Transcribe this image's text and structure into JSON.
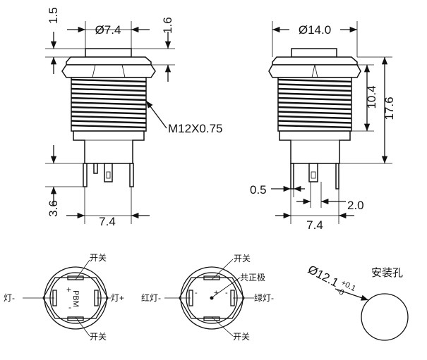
{
  "front_view": {
    "dia_lens": "Ø7.4",
    "h_top": "1.5",
    "h_lens": "1.6",
    "thread": "M12X0.75",
    "pin_len": "3.6",
    "pin_span": "7.4"
  },
  "side_view": {
    "dia_bezel": "Ø14.0",
    "thread_len": "10.4",
    "total_len": "17.6",
    "pin_thick": "0.5",
    "pin_gap": "2.0",
    "pin_span": "7.4"
  },
  "wiring_left": {
    "switch_top": "开关",
    "switch_bottom": "开关",
    "lamp_minus": "灯-",
    "lamp_plus": "灯+",
    "brand": "PBM"
  },
  "wiring_right": {
    "switch_top": "开关",
    "switch_bottom": "开关",
    "common_pos": "共正极",
    "red_minus": "红灯-",
    "green_minus": "绿灯-"
  },
  "mount_hole": {
    "title": "安装孔",
    "dia": "Ø12.1",
    "tol_plus": "+0.1",
    "tol_minus": "-0"
  },
  "colors": {
    "line": "#111111",
    "background": "#ffffff"
  }
}
